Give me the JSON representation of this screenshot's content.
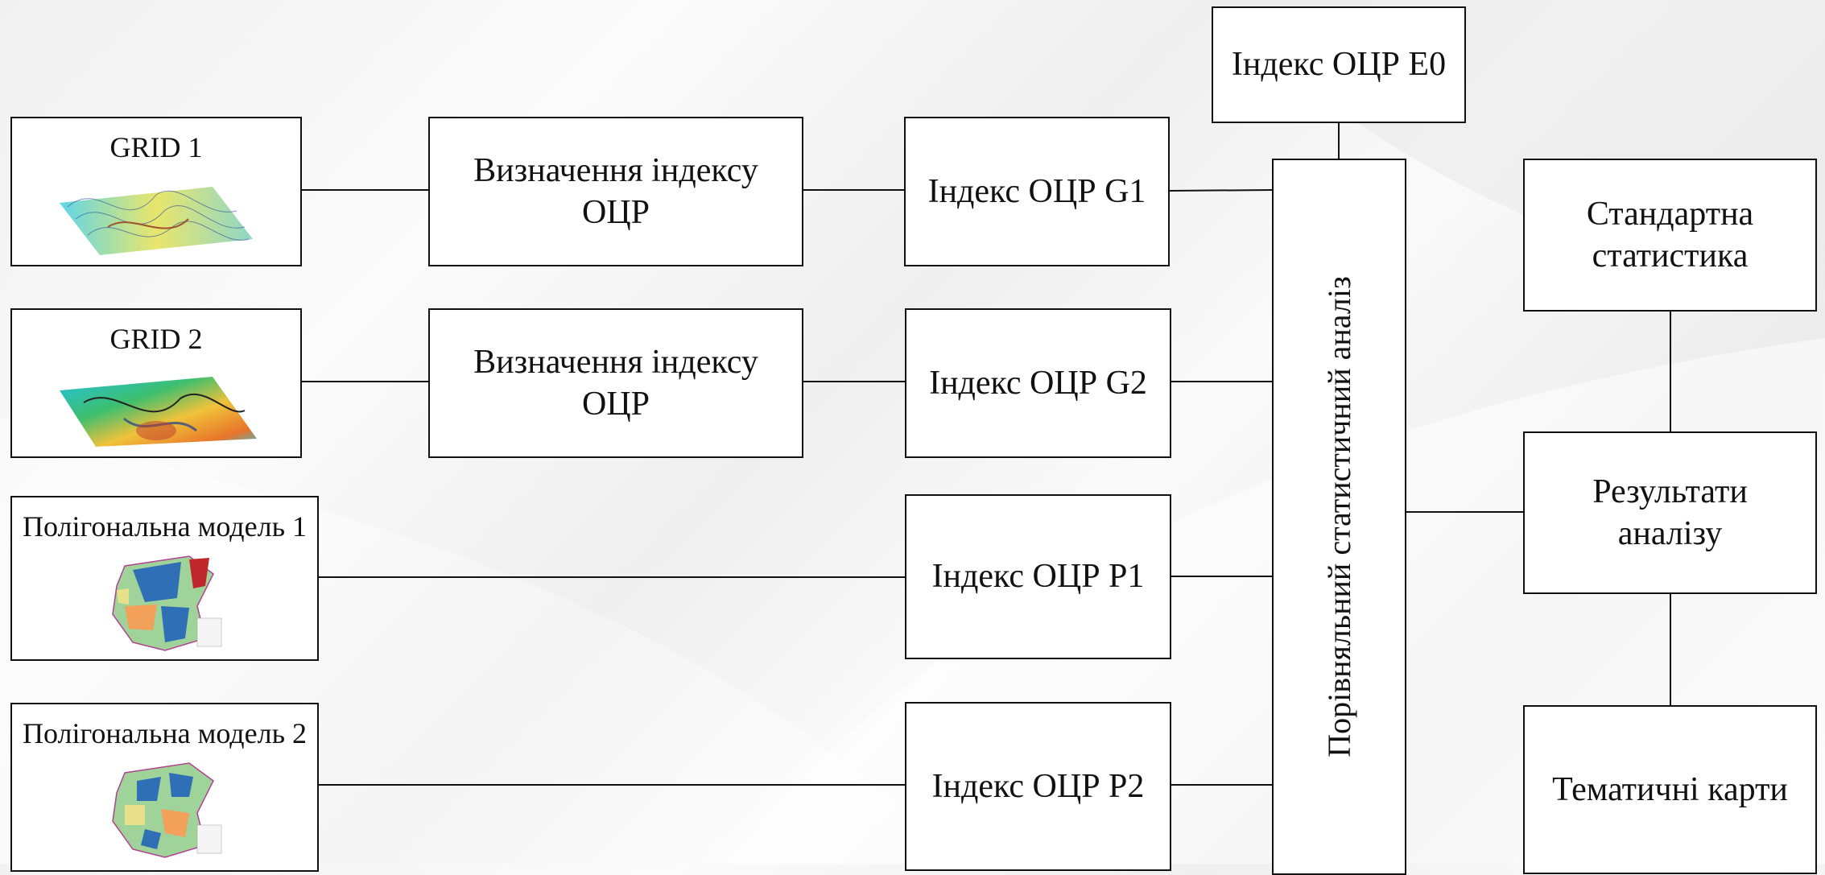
{
  "sources": [
    {
      "id": "grid1",
      "label": "GRID 1",
      "thumbnail": "3d-surface-grid"
    },
    {
      "id": "grid2",
      "label": "GRID 2",
      "thumbnail": "3d-surface-grid-colored"
    },
    {
      "id": "poly1",
      "label": "Полігональна модель 1",
      "thumbnail": "polygon-map"
    },
    {
      "id": "poly2",
      "label": "Полігональна модель 2",
      "thumbnail": "polygon-map"
    }
  ],
  "process": {
    "define_index_1": "Визначення індексу ОЦР",
    "define_index_2": "Визначення індексу ОЦР"
  },
  "indices": {
    "g1": "Індекс ОЦР G1",
    "g2": "Індекс ОЦР G2",
    "p1": "Індекс ОЦР P1",
    "p2": "Індекс ОЦР P2",
    "e0": "Індекс ОЦР E0"
  },
  "analysis": {
    "comparative": "Порівняльний статистичний аналіз"
  },
  "outputs": {
    "standard_stats": "Стандартна статистика",
    "results": "Результати аналізу",
    "thematic_maps": "Тематичні карти"
  },
  "colors": {
    "line": "#111111",
    "box_fill": "#ffffff"
  }
}
